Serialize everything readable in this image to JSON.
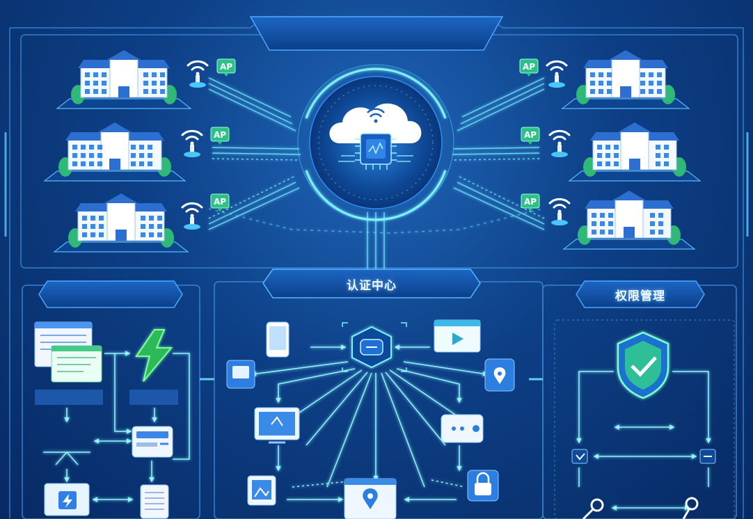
{
  "sections": {
    "auth_center": {
      "title": "认证中心"
    },
    "permission_management": {
      "title": "权限管理"
    },
    "left_module": {
      "title": ""
    }
  },
  "access_points": [
    {
      "label": "AP",
      "side": "left"
    },
    {
      "label": "AP",
      "side": "left"
    },
    {
      "label": "AP",
      "side": "left"
    },
    {
      "label": "AP",
      "side": "right"
    },
    {
      "label": "AP",
      "side": "right"
    },
    {
      "label": "AP",
      "side": "right"
    }
  ],
  "icons": {
    "hub": "cloud-chip-icon",
    "building": "campus-building-icon",
    "wifi": "wifi-icon",
    "shield": "shield-check-icon",
    "auth_nodes": [
      "smartphone-icon",
      "video-icon",
      "id-card-icon",
      "location-icon",
      "monitor-icon",
      "message-icon",
      "image-icon",
      "map-pin-icon",
      "lock-icon"
    ],
    "left_nodes": [
      "document-window-icon",
      "lightning-icon",
      "server-card-icon",
      "power-device-icon",
      "printer-icon"
    ],
    "permission_nodes": [
      "check-box-icon",
      "minus-box-icon",
      "key-icon"
    ]
  },
  "colors": {
    "background": "#0b3a7e",
    "glow": "#5ef2ff",
    "panel_border": "#3f8fe0",
    "ap_badge": "#2fc08a",
    "shield": "#35e6a8",
    "lightning": "#3fe06a"
  }
}
